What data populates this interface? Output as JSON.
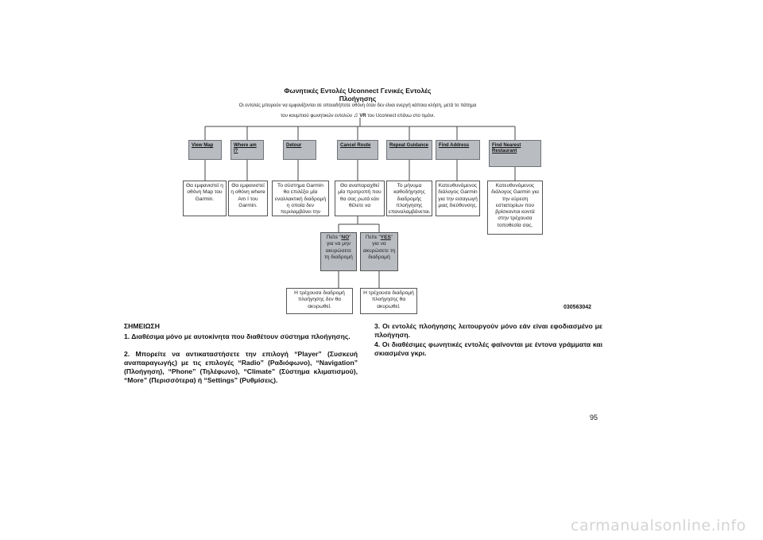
{
  "diagram": {
    "title": "Φωνητικές Εντολές Uconnect Γενικές Εντολές",
    "subtitle": "Πλοήγησης",
    "intro_line1": "Οι εντολές μπορούν να εμφανίζονται σε οποιαδήποτε οθόνη όταν δεν είναι ενεργή κάποια κλήση, μετά το πάτημα",
    "intro_line2_pre": "του κουμπιού φωνητικών εντολών",
    "intro_vr": "VR",
    "intro_line2_post": "του Uconnect επάνω στο τιμόνι.",
    "vr_icon": "voice-command-icon",
    "commands": [
      {
        "label": "View Map",
        "description": "Θα εμφανιστεί η οθόνη Map του Garmin."
      },
      {
        "label": "Where am I?",
        "description": "Θα εμφανιστεί η οθόνη where Am I του Garmin."
      },
      {
        "label": "Detour",
        "description": "Το σύστημα Garmin θα επιλέξει μία εναλλακτική διαδρομή η οποία δεν περιλαμβάνει την"
      },
      {
        "label": "Cancel Route",
        "description": "Θα αναπαραχθεί μία προτροπή που θα σας ρωτά εάν θέλετε να"
      },
      {
        "label": "Repeat Guidance",
        "description": "Το μήνυμα καθοδήγησης διαδρομής πλοήγησης επαναλαμβάνεται."
      },
      {
        "label": "Find Address",
        "description": "Κατευθυνόμενος διάλογος Garmin για την εισαγωγή μιας διεύθυνσης."
      },
      {
        "label": "Find Nearest Restaurant",
        "description": "Κατευθυνόμενος διάλογος Garmin για την εύρεση εστιατορίων που βρίσκονται κοντά στην τρέχουσα τοποθεσία σας."
      }
    ],
    "answer_no": {
      "pre": "Πείτε ",
      "word": "NO",
      "post": " για να μην ακυρώσετε τη διαδρομή"
    },
    "answer_yes": {
      "pre": "Πείτε ",
      "word": "YES",
      "post": " για να ακυρώσετε τη διαδρομή"
    },
    "result_no": "Η τρέχουσα διαδρομή πλοήγησης δεν θα ακυρωθεί.",
    "result_yes": "Η τρέχουσα διαδρομή πλοήγησης θα ακυρωθεί.",
    "figure_code": "030563042"
  },
  "notes": {
    "heading": "ΣΗΜΕΙΩΣΗ",
    "item1": "1. Διαθέσιμα μόνο με αυτοκίνητα που διαθέτουν σύστημα πλοήγησης.",
    "item2": "2. Μπορείτε να αντικαταστήσετε την επιλογή “Player” (Συσκευή αναπαραγωγής) με τις επιλογές “Radio” (Ραδιόφωνο), “Navigation” (Πλοήγηση), “Phone” (Τηλέφωνο), “Climate” (Σύστημα κλιματισμού), “More” (Περισσότερα) ή “Settings” (Ρυθμίσεις).",
    "item3": "3. Οι εντολές πλοήγησης λειτουργούν μόνο εάν είναι εφοδιασμένο με πλοήγηση.",
    "item4": "4. Οι διαθέσιμες φωνητικές εντολές φαίνονται με έντονα γράμματα και σκιασμένα γκρι."
  },
  "page_number": "95",
  "watermark": "carmanualsonline.info"
}
